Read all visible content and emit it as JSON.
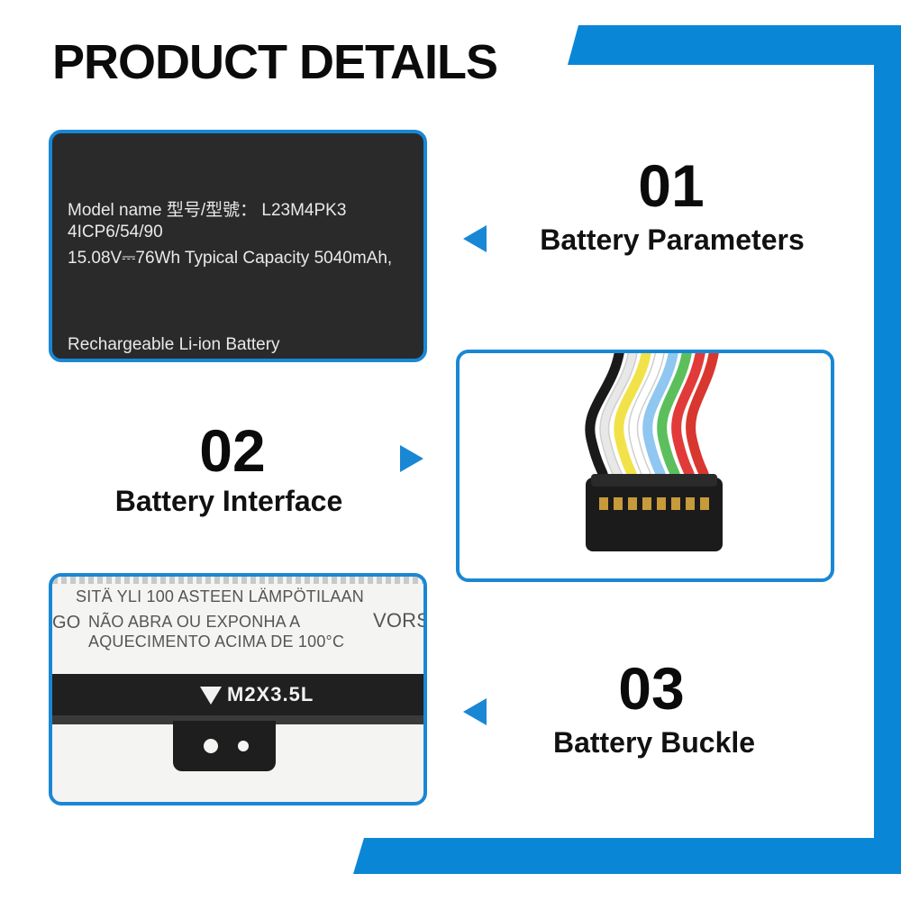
{
  "header": {
    "title": "PRODUCT DETAILS"
  },
  "sections": [
    {
      "number": "01",
      "label": "Battery Parameters"
    },
    {
      "number": "02",
      "label": "Battery Interface"
    },
    {
      "number": "03",
      "label": "Battery Buckle"
    }
  ],
  "label_panel": {
    "line1": "Model name 型号/型號： L23M4PK3",
    "line2": "4ICP6/54/90",
    "line3": "15.08V⎓76Wh Typical Capacity 5040mAh,",
    "line4": "Rechargeable Li-ion Battery"
  },
  "buckle_panel": {
    "line1": "SITÄ YLI 100 ASTEEN LÄMPÖTILAAN",
    "line2": "NÃO ABRA OU EXPONHA A",
    "line3": "AQUECIMENTO ACIMA DE 100°C",
    "frag_left": "GO",
    "frag_right": "VORS",
    "screw_label": "M2X3.5L"
  },
  "colors": {
    "accent": "#0a86d6",
    "panel_border": "#1a87d4",
    "label_dark": "#2a2a2a"
  },
  "wire_colors": [
    "#1a1a1a",
    "#e8e8e8",
    "#f2e24a",
    "#ffffff",
    "#8fc7f0",
    "#5cbf5c",
    "#e23a3a",
    "#d8372f"
  ]
}
